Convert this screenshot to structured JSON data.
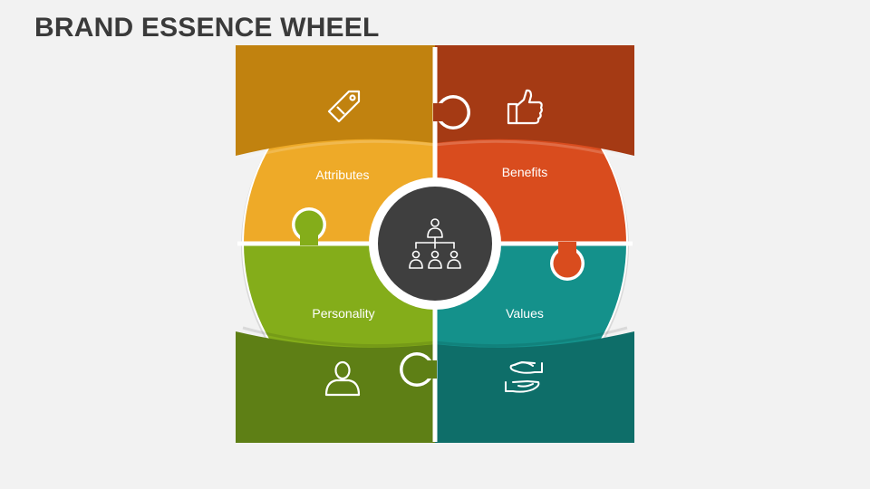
{
  "title": "BRAND ESSENCE WHEEL",
  "segments": [
    {
      "label": "Attributes",
      "icon": "tag-icon",
      "color_outer": "#c1820f",
      "color_inner": "#eeaa28"
    },
    {
      "label": "Benefits",
      "icon": "thumbs-up-icon",
      "color_outer": "#a53a14",
      "color_inner": "#d94c1e"
    },
    {
      "label": "Values",
      "icon": "handshake-icon",
      "color_outer": "#0e6e69",
      "color_inner": "#14918b"
    },
    {
      "label": "Personality",
      "icon": "user-icon",
      "color_outer": "#5e7f15",
      "color_inner": "#84ad1a"
    }
  ],
  "center": {
    "icon": "org-chart-icon",
    "color": "#3f3f3f"
  }
}
